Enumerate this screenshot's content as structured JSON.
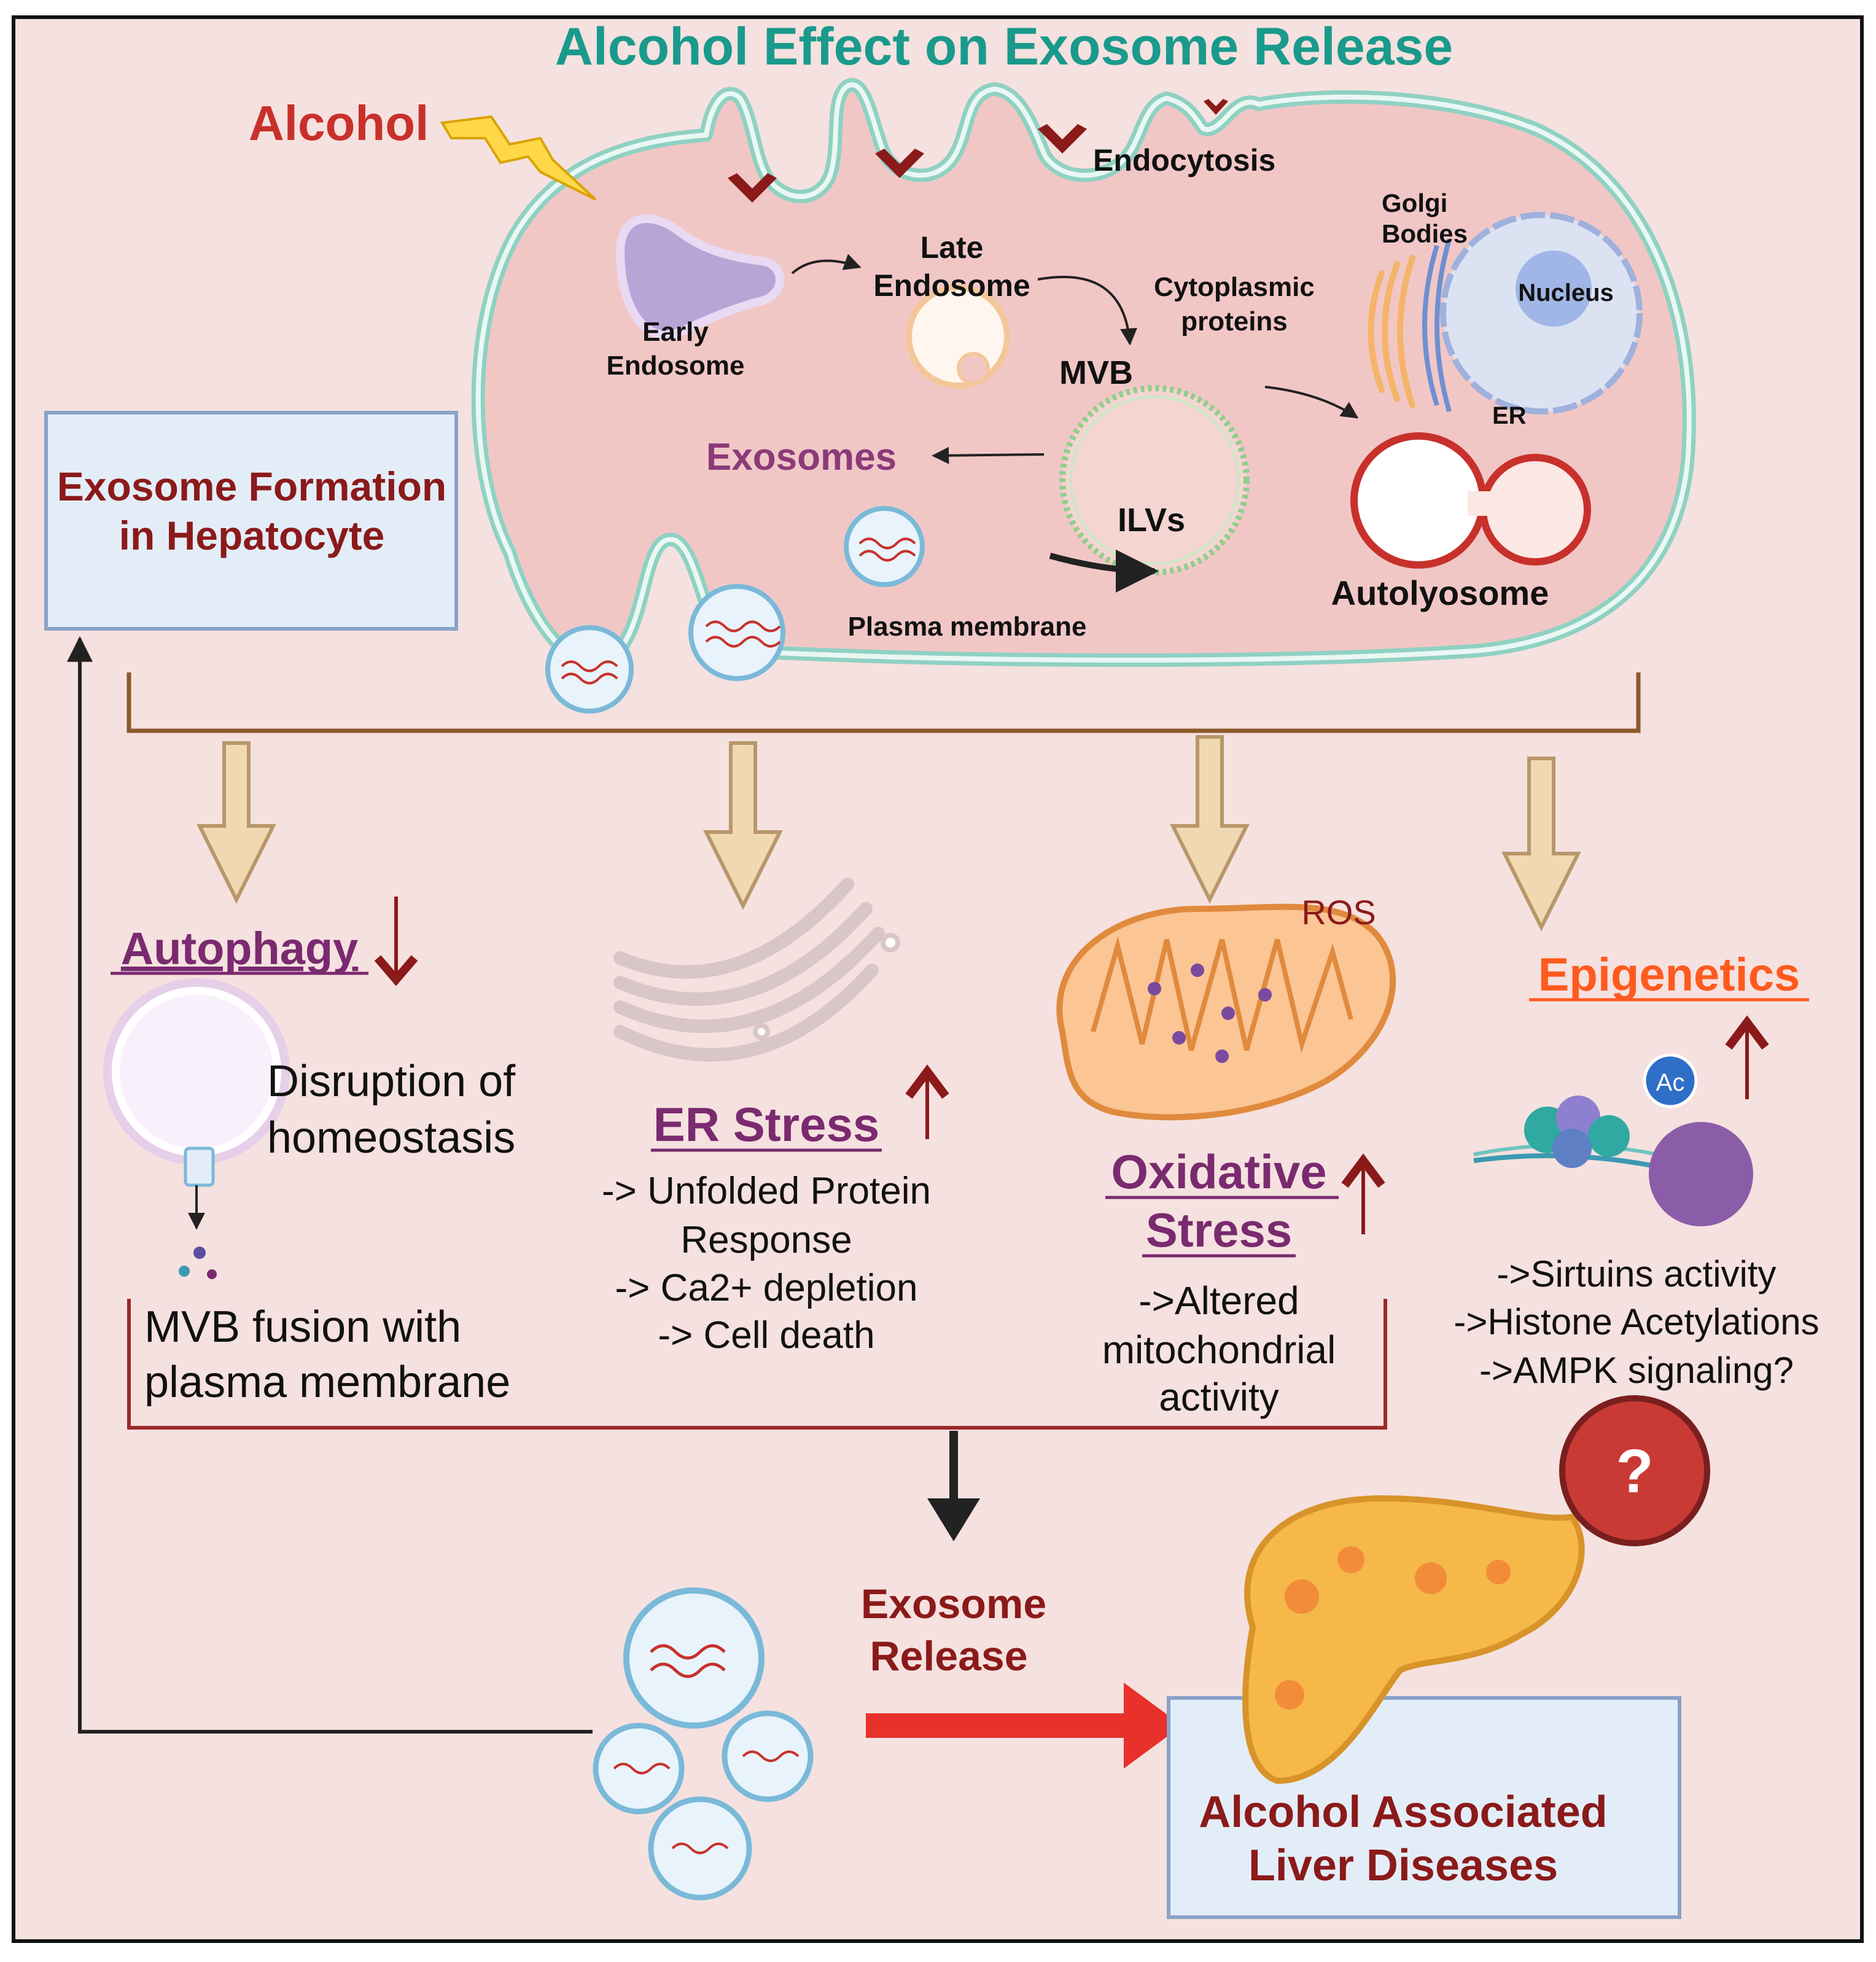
{
  "title": "Alcohol Effect on Exosome Release",
  "cell": {
    "alcohol": "Alcohol",
    "endocytosis": "Endocytosis",
    "golgi_1": "Golgi",
    "golgi_2": "Bodies",
    "nucleus": "Nucleus",
    "er": "ER",
    "late_endosome_1": "Late",
    "late_endosome_2": "Endosome",
    "cytoplasmic_1": "Cytoplasmic",
    "cytoplasmic_2": "proteins",
    "early_endosome_1": "Early",
    "early_endosome_2": "Endosome",
    "mvb": "MVB",
    "exosomes": "Exosomes",
    "ilvs": "ILVs",
    "autolyosome": "Autolyosome",
    "plasma_membrane": "Plasma membrane"
  },
  "formation_box": {
    "line1": "Exosome Formation",
    "line2": "in Hepatocyte"
  },
  "autophagy": {
    "title": "Autophagy",
    "desc_1": "Disruption of",
    "desc_2": "homeostasis",
    "fusion_1": "MVB fusion with",
    "fusion_2": "plasma membrane"
  },
  "er_stress": {
    "title": "ER Stress",
    "line1": "-> Unfolded Protein",
    "line2": "Response",
    "line3": "-> Ca2+ depletion",
    "line4": "-> Cell death"
  },
  "oxidative": {
    "ros": "ROS",
    "title_1": "Oxidative",
    "title_2": "Stress",
    "line1": "->Altered",
    "line2": "mitochondrial",
    "line3": "activity"
  },
  "epigenetics": {
    "title": "Epigenetics",
    "ac": "Ac",
    "line1": "->Sirtuins activity",
    "line2": "->Histone Acetylations",
    "line3": "->AMPK signaling?",
    "question": "?"
  },
  "release": {
    "line1": "Exosome",
    "line2": "Release"
  },
  "disease": {
    "line1": "Alcohol Associated",
    "line2": "Liver Diseases"
  },
  "colors": {
    "background": "#f5e1df",
    "title": "#1a9a8c",
    "dark_red": "#8b1a1a",
    "alcohol_red": "#c8312b",
    "purple": "#7a2a6f",
    "orange": "#ff5a1f",
    "bracket": "#8b5a2b",
    "arrow_fill": "#f0d9b2",
    "arrow_stroke": "#b8976a",
    "box_fill": "#e3edf8",
    "box_stroke": "#8aa2c8"
  }
}
